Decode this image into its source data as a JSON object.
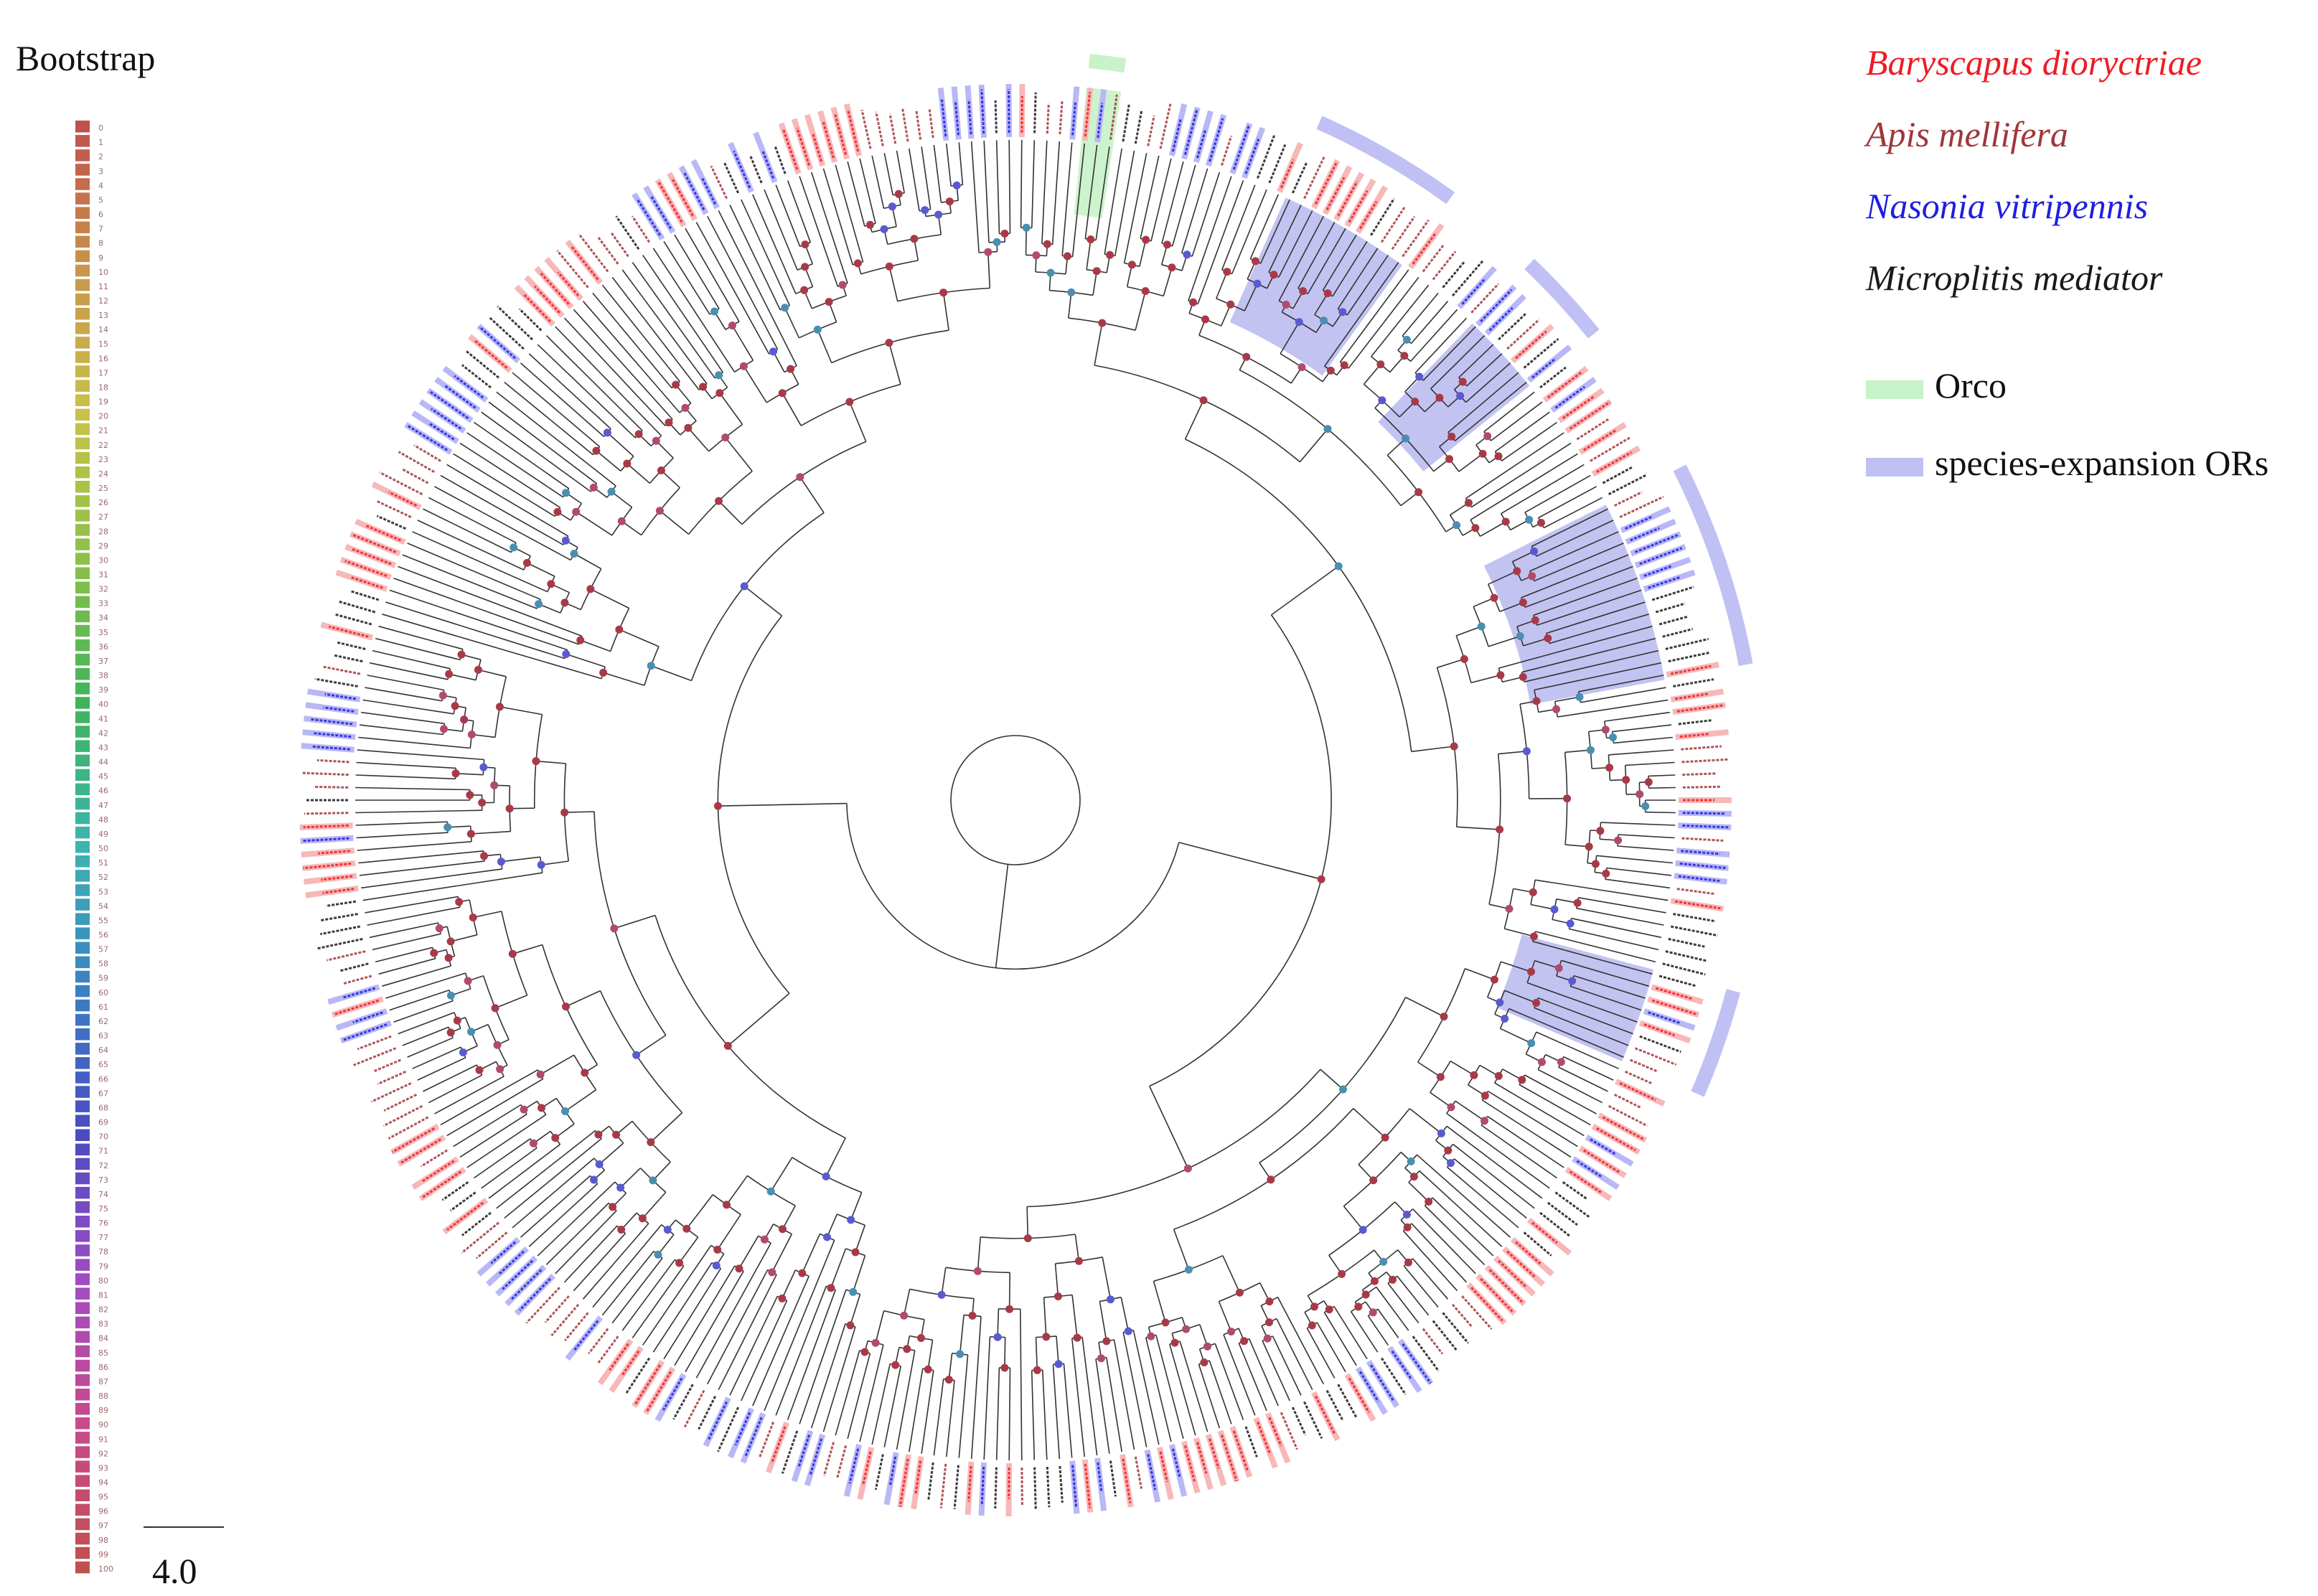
{
  "bootstrap_title": "Bootstrap",
  "legend": {
    "species": [
      {
        "name": "Baryscapus dioryctriae",
        "color": "#ee1c25"
      },
      {
        "name": "Apis mellifera",
        "color": "#a0373a"
      },
      {
        "name": "Nasonia vitripennis",
        "color": "#1f1fe0"
      },
      {
        "name": "Microplitis mediator",
        "color": "#1a1a1a"
      }
    ],
    "highlights": [
      {
        "name": "Orco",
        "color": "#c8f2c8"
      },
      {
        "name": "species-expansion ORs",
        "color": "#c0c0f4"
      }
    ]
  },
  "scale": {
    "label": "4.0"
  },
  "bootstrap_scale": {
    "min": 0,
    "max": 100,
    "colors": [
      "#c0504d",
      "#c9964a",
      "#c8c24a",
      "#8cc04a",
      "#3fb45a",
      "#3cb4b0",
      "#3b7fc4",
      "#4b4bc0",
      "#a04bc4",
      "#c84a8a",
      "#c0504d"
    ]
  }
}
